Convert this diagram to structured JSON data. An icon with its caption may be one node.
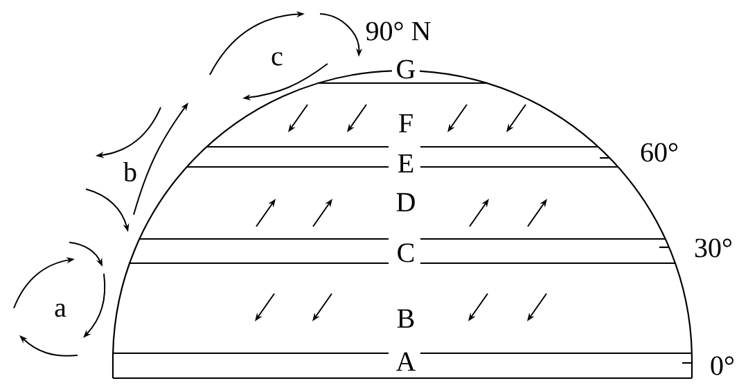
{
  "diagram": {
    "labels": [
      "90° N",
      "c",
      "G",
      "F",
      "b",
      "E",
      "60°",
      "D",
      "30°",
      "C",
      "a",
      "B",
      "A",
      "0°"
    ]
  }
}
